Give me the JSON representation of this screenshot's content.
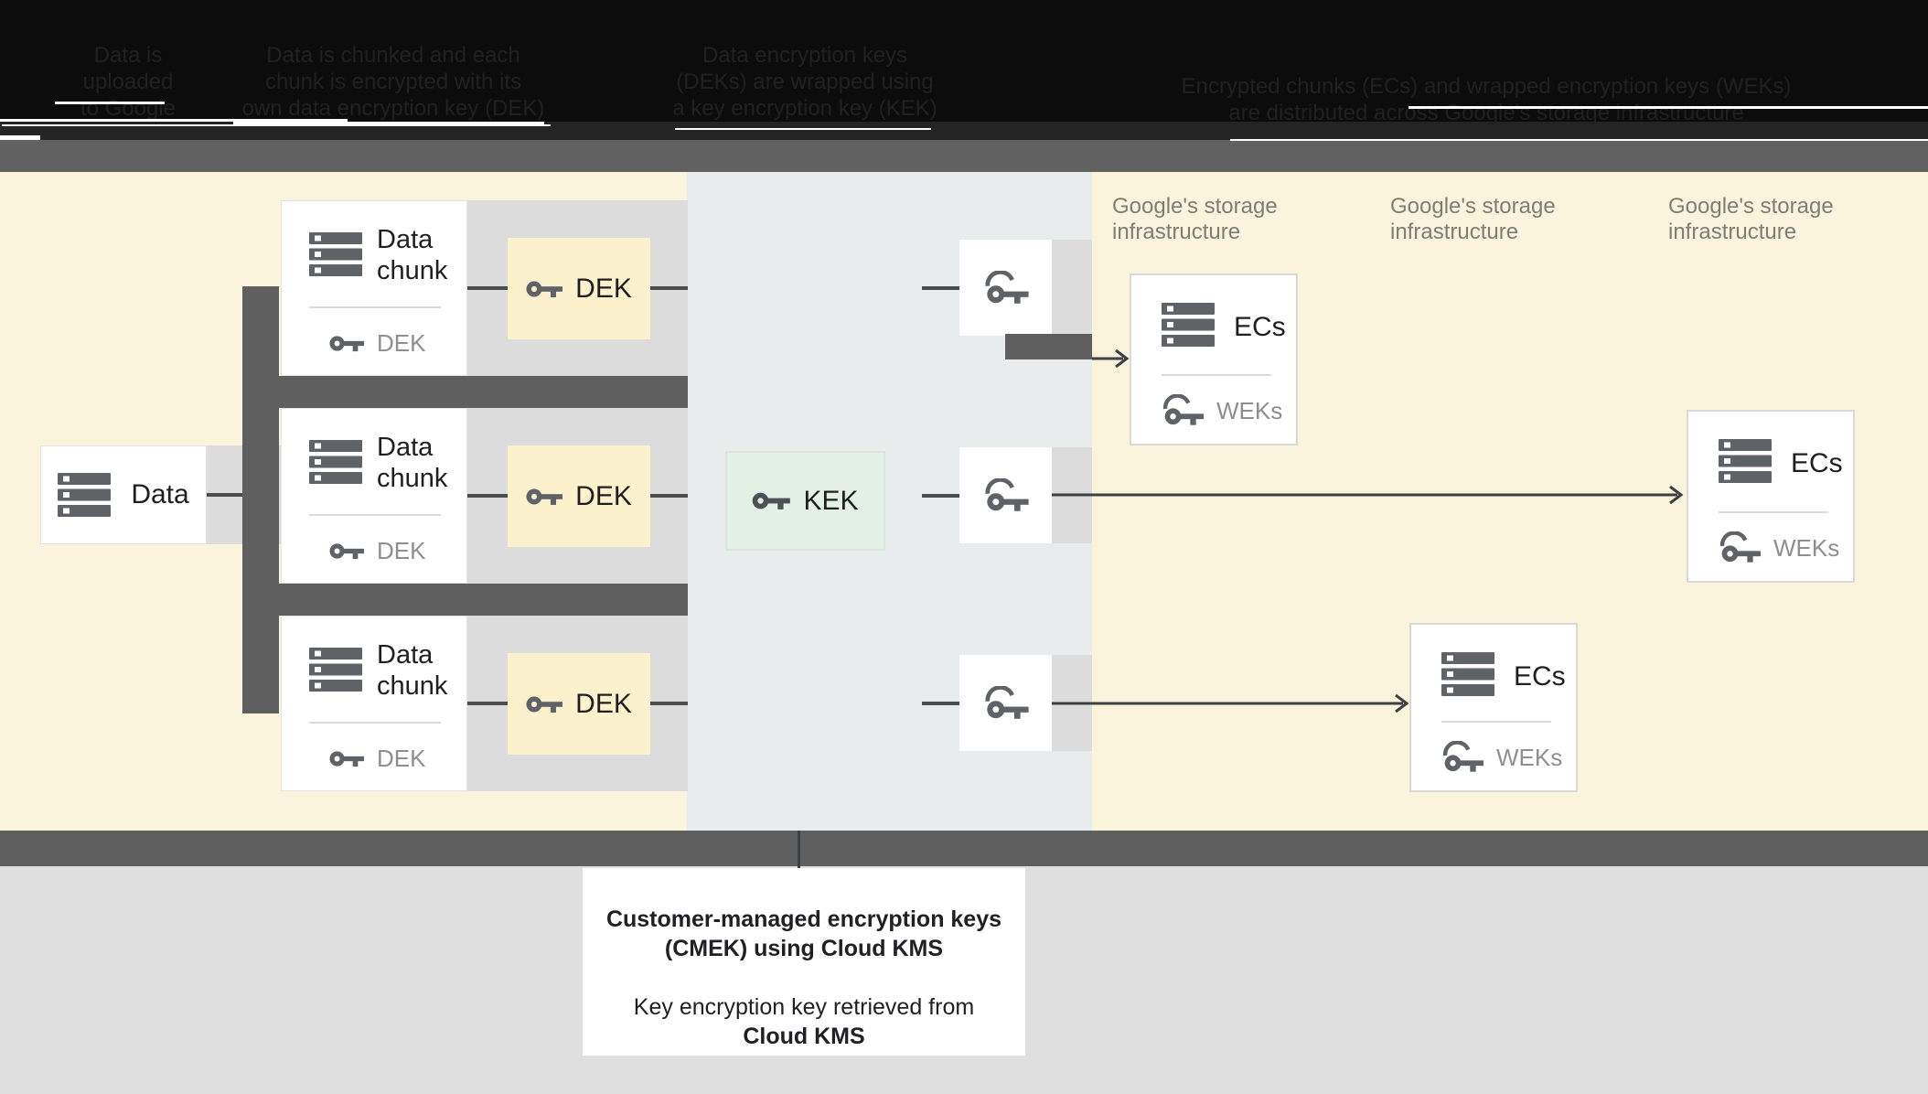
{
  "header": {
    "columns": [
      {
        "lines": [
          "Data is",
          "uploaded",
          "to Google"
        ]
      },
      {
        "lines": [
          "Data is chunked and each",
          "chunk is encrypted with its",
          "own data encryption key (DEK)"
        ]
      },
      {
        "lines": [
          "Data encryption keys",
          "(DEKs) are wrapped using",
          "a key encryption key (KEK)"
        ]
      },
      {
        "lines": [
          "Encrypted chunks (ECs) and wrapped encryption keys (WEKs)",
          "are distributed across Google's storage infrastructure"
        ]
      }
    ]
  },
  "diagram": {
    "data_box": {
      "label": "Data"
    },
    "chunk_rows": [
      {
        "title_line1": "Data",
        "title_line2": "chunk",
        "key_label": "DEK",
        "dek_label": "DEK"
      },
      {
        "title_line1": "Data",
        "title_line2": "chunk",
        "key_label": "DEK",
        "dek_label": "DEK"
      },
      {
        "title_line1": "Data",
        "title_line2": "chunk",
        "key_label": "DEK",
        "dek_label": "DEK"
      }
    ],
    "kek_box": {
      "label": "KEK"
    },
    "storage_labels": [
      {
        "line1": "Google's storage",
        "line2": "infrastructure"
      },
      {
        "line1": "Google's storage",
        "line2": "infrastructure"
      },
      {
        "line1": "Google's storage",
        "line2": "infrastructure"
      }
    ],
    "ec_boxes": [
      {
        "title": "ECs",
        "sub": "WEKs"
      },
      {
        "title": "ECs",
        "sub": "WEKs"
      },
      {
        "title": "ECs",
        "sub": "WEKs"
      }
    ]
  },
  "caption": {
    "line1": "Customer-managed encryption keys",
    "line2": "(CMEK) using Cloud KMS",
    "line3": "Key encryption key retrieved from",
    "line4": "Cloud KMS"
  },
  "colors": {
    "header_bg": "#0c0c0c",
    "band_gray": "#616161",
    "diagram_yellow": "#fbf4dc",
    "center_column": "#e8ecec",
    "row_gray": "#dcdcdc",
    "connector_dark": "#5f5f5f",
    "dek_fill": "#fcf1cd",
    "kek_fill": "#e3f0e6",
    "arrow": "#3c4043",
    "icon_gray": "#5f6368",
    "muted_text": "#8f8f8f",
    "storage_text": "#7d7d78"
  }
}
